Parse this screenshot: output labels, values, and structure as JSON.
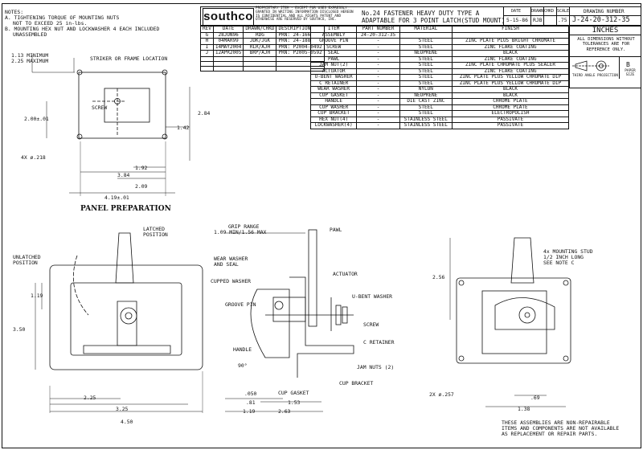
{
  "notes": {
    "heading": "NOTES:",
    "a": "A. TIGHTENING TORQUE OF MOUNTING NUTS",
    "a2": "NOT TO EXCEED 25 in-lbs.",
    "b": "B. MOUNTING HEX NUT AND LOCKWASHER 4 EACH INCLUDED",
    "b2": "UNASSEMBLED"
  },
  "titleblock": {
    "logo": "southco",
    "proprietary": "PROPRIETARY ITEM - EXCEPT FOR USES EXPRESSLY GRANTED IN WRITING INFORMATION DISCLOSED HEREON IS CONFIDENTIAL AND ALL RIGHTS PATENT AND OTHERWISE ARE RESERVED BY SOUTHCO, INC.",
    "title_line1": "No.24 FASTENER HEAVY DUTY TYPE A",
    "title_line2": "ADAPTABLE FOR 3 POINT LATCH(STUD MOUNT)",
    "date_label": "DATE",
    "drawn_label": "DRAWN",
    "chkd_label": "CHKD",
    "scale_label": "SCALE",
    "drawing_number_label": "DRAWING NUMBER",
    "date": "5-15-86",
    "drawn": "RJB",
    "scale": ".75",
    "drawing_number": "J-24-20-312-35",
    "units": "INCHES",
    "tolerance_note": "ALL DIMENSIONS WITHOUT TOLERANCES ARE FOR REFERENCE ONLY.",
    "projection": "THIRD ANGLE PROJECTION",
    "paper_size_letter": "B",
    "paper_size_label": "PAPER SIZE"
  },
  "revisions": {
    "headers": [
      "REV",
      "DATE",
      "DRAWN/CHKD",
      "DESCRIPTION"
    ],
    "rows": [
      [
        "G",
        "28JUN96",
        "RDG",
        "PRN: 24-166"
      ],
      [
        "H",
        "04MAR99",
        "JDK/JGK",
        "PRN: 24-188"
      ],
      [
        "I",
        "14MAY2004",
        "RLR/AJH",
        "PRN: P2004-0492"
      ],
      [
        "J",
        "12APR2005",
        "BRP/AJH",
        "PRN: P2005-0592"
      ]
    ]
  },
  "bom": {
    "headers": [
      "ITEM",
      "PART NUMBER",
      "MATERIAL",
      "FINISH"
    ],
    "rows": [
      [
        "ASSEMBLY",
        "24-20-312-35",
        "",
        ""
      ],
      [
        "GROOVE PIN",
        "-",
        "STEEL",
        "ZINC PLATE PLUS BRIGHT CHROMATE"
      ],
      [
        "SCREW",
        "-",
        "STEEL",
        "ZINC FLAKE COATING"
      ],
      [
        "SEAL",
        "-",
        "NEOPRENE",
        "BLACK"
      ],
      [
        "PAWL",
        "-",
        "STEEL",
        "ZINC FLAKE COATING"
      ],
      [
        "JAM NUT(2)",
        "-",
        "STEEL",
        "ZINC PLATE CHROMATE PLUS SEALER"
      ],
      [
        "ACTUATOR",
        "-",
        "STEEL",
        "ZINC FLAKE COATING"
      ],
      [
        "U-BENT WASHER",
        "-",
        "STEEL",
        "ZINC PLATE PLUS YELLOW CHROMATE DIP"
      ],
      [
        "C RETAINER",
        "-",
        "STEEL",
        "ZINC PLATE PLUS YELLOW CHROMATE DIP"
      ],
      [
        "WEAR WASHER",
        "-",
        "NYLON",
        "BLACK"
      ],
      [
        "CUP GASKET",
        "-",
        "NEOPRENE",
        "BLACK"
      ],
      [
        "HANDLE",
        "-",
        "DIE CAST ZINC",
        "CHROME PLATE"
      ],
      [
        "CUP WASHER",
        "-",
        "STEEL",
        "CHROME PLATE"
      ],
      [
        "CUP BRACKET",
        "-",
        "STEEL",
        "ELECTROPOLISH"
      ],
      [
        "HEX NUT(4)",
        "-",
        "STAINLESS STEEL",
        "PASSIVATE"
      ],
      [
        "LOCKWASHER(4)",
        "-",
        "STAINLESS STEEL",
        "PASSIVATE"
      ]
    ]
  },
  "panel": {
    "title": "PANEL PREPARATION",
    "d_113": "1.13 MINIMUM",
    "d_225max": "2.25 MAXIMUM",
    "striker": "STRIKER OR FRAME LOCATION",
    "screw": "SCREW",
    "d_200": "2.00±.01",
    "d_284": "2.84",
    "d_142": "1.42",
    "holes": "4X ø.218",
    "d_192": "1.92",
    "d_384": "3.84",
    "d_209": "2.09",
    "d_419": "4.19±.01"
  },
  "front": {
    "latched": "LATCHED",
    "position": "POSITION",
    "unlatched": "UNLATCHED",
    "position2": "POSITION",
    "d_119": "1.19",
    "d_350": "3.50",
    "d_225": "2.25",
    "d_325": "3.25",
    "d_450": "4.50"
  },
  "side": {
    "grip": "GRIP RANGE",
    "grip2": "1.09 MIN/1.56 MAX",
    "pawl": "PAWL",
    "wear": "WEAR WASHER",
    "wear2": "AND SEAL",
    "actuator": "ACTUATOR",
    "cupped": "CUPPED WASHER",
    "ubent": "U-BENT WASHER",
    "groove": "GROOVE PIN",
    "screw": "SCREW",
    "cret": "C RETAINER",
    "handle": "HANDLE",
    "angle": "90°",
    "jam": "JAM NUTS (2)",
    "d_050": ".050",
    "d_81": ".81",
    "d_119": "1.19",
    "cupgasket": "CUP GASKET",
    "cupbracket": "CUP BRACKET",
    "d_153": "1.53",
    "d_263": "2.63"
  },
  "back": {
    "stud": "4x MOUNTING STUD",
    "stud2": "1/2 INCH LONG",
    "stud3": "SEE NOTE C",
    "d_256": "2.56",
    "holes": "2X ø.257",
    "d_69": ".69",
    "d_138": "1.38",
    "note1": "THESE ASSEMBLIES ARE NON-REPAIRABLE",
    "note2": "ITEMS AND COMPONENTS ARE NOT AVAILABLE",
    "note3": "AS REPLACEMENT OR REPAIR PARTS."
  }
}
